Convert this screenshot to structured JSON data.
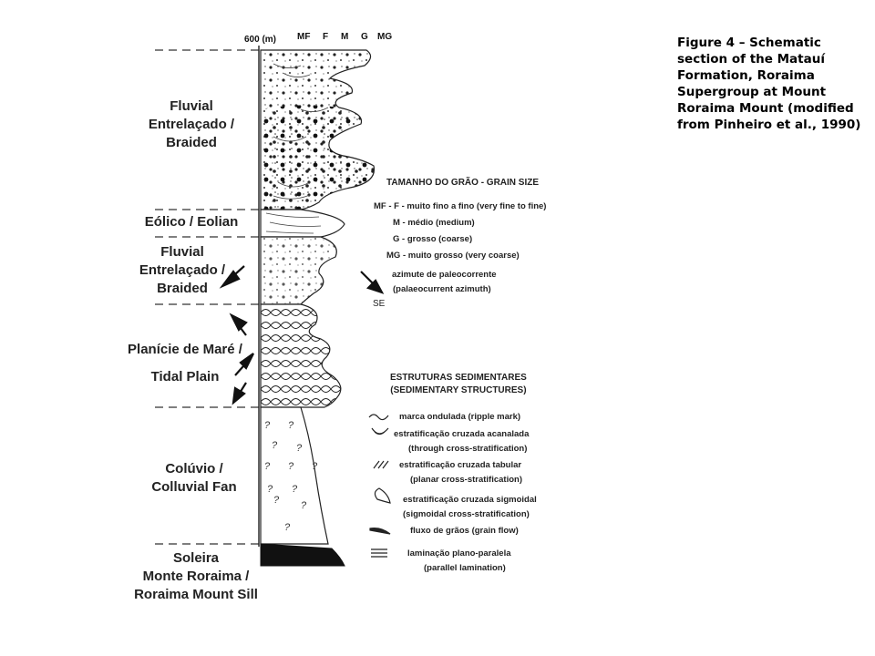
{
  "caption": "Figure 4 – Schematic section of the Matauí Formation, Roraima Supergroup at Mount Roraima Mount (modified from Pinheiro et al., 1990)",
  "scale_label": "600 (m)",
  "grain_columns": [
    "MF",
    "F",
    "M",
    "G",
    "MG"
  ],
  "units": [
    {
      "lines": [
        "Fluvial",
        "Entrelaçado /",
        "Braided"
      ]
    },
    {
      "lines": [
        "Eólico / Eolian"
      ]
    },
    {
      "lines": [
        "Fluvial",
        "Entrelaçado /",
        "Braided"
      ]
    },
    {
      "lines": [
        "Planície de Maré /",
        "Tidal Plain"
      ]
    },
    {
      "lines": [
        "Colúvio /",
        "Colluvial Fan"
      ]
    },
    {
      "lines": [
        "Soleira",
        "Monte Roraima /",
        "Roraima Mount Sill"
      ]
    }
  ],
  "grain_size_legend": {
    "title": "TAMANHO DO GRÃO - GRAIN SIZE",
    "items": [
      "MF - F - muito fino a fino (very fine to fine)",
      "M - médio (medium)",
      "G - grosso (coarse)",
      "MG - muito grosso (very coarse)",
      "azimute de paleocorrente",
      "(palaeocurrent azimuth)"
    ],
    "arrow_label": "SE"
  },
  "structures_legend": {
    "title_lines": [
      "ESTRUTURAS SEDIMENTARES",
      "(SEDIMENTARY STRUCTURES)"
    ],
    "items": [
      {
        "icon": "ripple-mark-icon",
        "lines": [
          "marca ondulada (ripple mark)"
        ]
      },
      {
        "icon": "trough-cross-stratification-icon",
        "lines": [
          "estratificação cruzada acanalada",
          "(through cross-stratification)"
        ]
      },
      {
        "icon": "planar-cross-stratification-icon",
        "lines": [
          "estratificação cruzada tabular",
          "(planar cross-stratification)"
        ]
      },
      {
        "icon": "sigmoidal-cross-stratification-icon",
        "lines": [
          "estratificação cruzada sigmoidal",
          "(sigmoidal cross-stratification)"
        ]
      },
      {
        "icon": "grain-flow-icon",
        "lines": [
          "fluxo de grãos (grain flow)"
        ]
      },
      {
        "icon": "parallel-lamination-icon",
        "lines": [
          "laminação plano-paralela",
          "(parallel lamination)"
        ]
      }
    ]
  }
}
